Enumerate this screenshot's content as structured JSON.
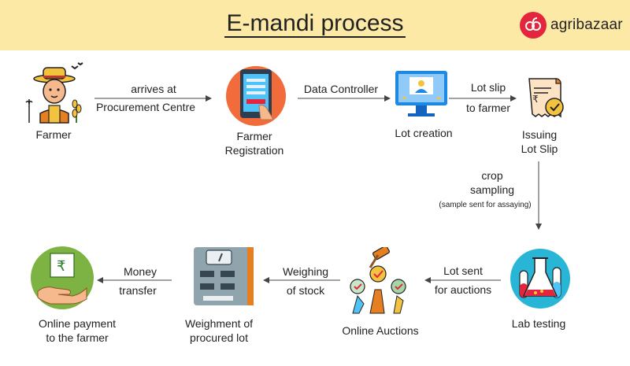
{
  "header": {
    "title": "E-mandi process",
    "logo_text": "agribazaar"
  },
  "nodes": {
    "farmer": "Farmer",
    "farmer_registration_1": "Farmer",
    "farmer_registration_2": "Registration",
    "lot_creation": "Lot creation",
    "issuing_1": "Issuing",
    "issuing_2": "Lot Slip",
    "lab_testing": "Lab testing",
    "online_auctions": "Online Auctions",
    "weighment_1": "Weighment of",
    "weighment_2": "procured lot",
    "payment_1": "Online payment",
    "payment_2": "to the farmer"
  },
  "arrows": {
    "a1_line1": "arrives at",
    "a1_line2": "Procurement Centre",
    "a2_line1": "Data Controller",
    "a3_line1": "Lot slip",
    "a3_line2": "to farmer",
    "a4_line1": "crop",
    "a4_line2": "sampling",
    "a4_line3": "(sample sent for assaying)",
    "a5_line1": "Lot sent",
    "a5_line2": "for auctions",
    "a6_line1": "Weighing",
    "a6_line2": "of stock",
    "a7_line1": "Money",
    "a7_line2": "transfer"
  },
  "icons": {
    "farmer": "farmer-icon",
    "registration": "tablet-registration-icon",
    "lot_creation": "computer-monitor-icon",
    "lot_slip": "receipt-check-icon",
    "lab_testing": "lab-flask-icon",
    "auctions": "auction-gavel-icon",
    "weighment": "weighing-scale-icon",
    "payment": "rupee-payment-icon"
  },
  "colors": {
    "header_bg": "#fde9a6",
    "brand_red": "#e3263d",
    "arrow": "#444444"
  }
}
